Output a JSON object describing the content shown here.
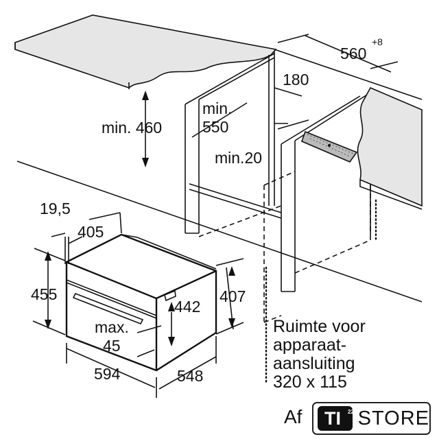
{
  "dimensions": {
    "width_niche": "560",
    "width_niche_tolerance": "+8",
    "vent_depth": "180",
    "depth_min_label": "min.",
    "depth_min_value": "550",
    "height_min": "min. 460",
    "gap_min": "min.20",
    "front_panel": "19,5",
    "top_depth": "405",
    "oven_height": "455",
    "inner_height": "442",
    "side_height": "407",
    "max_label": "max.",
    "max_value": "45",
    "oven_width": "594",
    "oven_depth": "548"
  },
  "note": {
    "line1": "Ruimte voor",
    "line2": "apparaat-",
    "line3": "aansluiting",
    "line4": "320 x 115"
  },
  "watermark": {
    "prefix": "Af",
    "badge": "TI",
    "badge_sup": "22",
    "store": "STORE"
  }
}
